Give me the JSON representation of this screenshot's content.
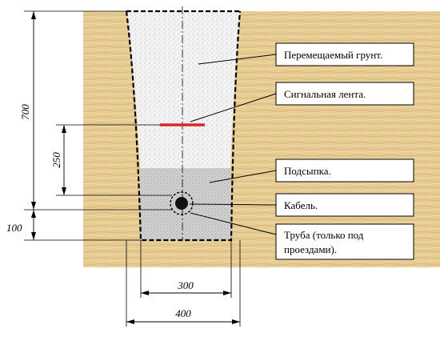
{
  "dimensions": {
    "total_depth": "700",
    "tape_depth": "250",
    "bed_depth": "100",
    "bottom_width": "300",
    "top_width": "400"
  },
  "labels": {
    "moved_soil": "Перемещаемый грунт.",
    "signal_tape": "Сигнальная лента.",
    "backfill": "Подсыпка.",
    "cable": "Кабель.",
    "pipe_line1": "Труба (только под",
    "pipe_line2": "проездами)."
  },
  "colors": {
    "soil": "#e8cf98",
    "signal_tape": "#d8262a",
    "cable": "#111111"
  }
}
